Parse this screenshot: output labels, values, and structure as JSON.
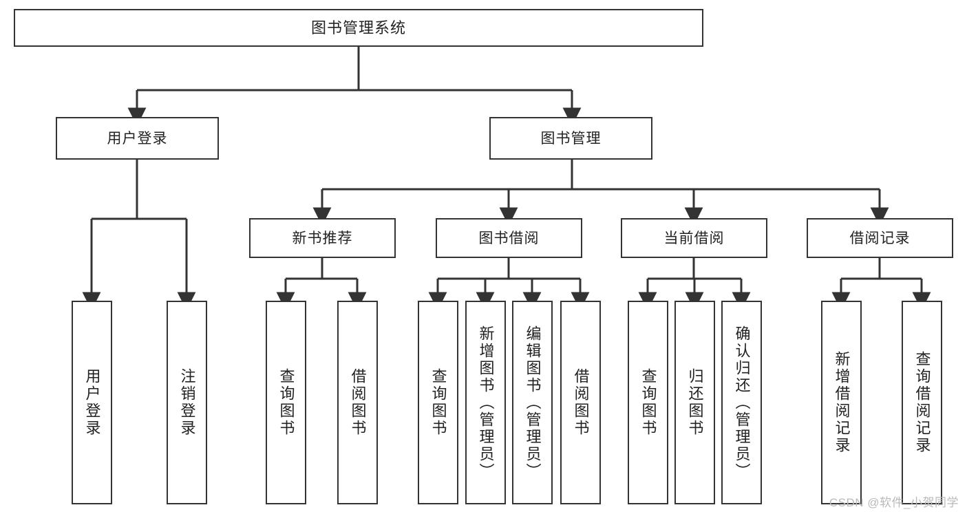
{
  "diagram": {
    "title": "图书管理系统",
    "type": "tree-hierarchy-diagram",
    "colors": {
      "box_border": "#333333",
      "box_fill": "#ffffff",
      "edge": "#333333",
      "text": "#222222",
      "watermark": "#b9b9b9",
      "background": "#ffffff"
    },
    "root": {
      "label": "图书管理系统"
    },
    "level2": [
      {
        "label": "用户登录"
      },
      {
        "label": "图书管理"
      }
    ],
    "level3": [
      {
        "label": "新书推荐"
      },
      {
        "label": "图书借阅"
      },
      {
        "label": "当前借阅"
      },
      {
        "label": "借阅记录"
      }
    ],
    "leaves": [
      {
        "label": "用户登录",
        "parent": "用户登录"
      },
      {
        "label": "注销登录",
        "parent": "用户登录"
      },
      {
        "label": "查询图书",
        "parent": "新书推荐"
      },
      {
        "label": "借阅图书",
        "parent": "新书推荐"
      },
      {
        "label": "查询图书",
        "parent": "图书借阅"
      },
      {
        "label": "新增图书（管理员）",
        "parent": "图书借阅"
      },
      {
        "label": "编辑图书（管理员）",
        "parent": "图书借阅"
      },
      {
        "label": "借阅图书",
        "parent": "图书借阅"
      },
      {
        "label": "查询图书",
        "parent": "当前借阅"
      },
      {
        "label": "归还图书",
        "parent": "当前借阅"
      },
      {
        "label": "确认归还（管理员）",
        "parent": "当前借阅"
      },
      {
        "label": "新增借阅记录",
        "parent": "借阅记录"
      },
      {
        "label": "查询借阅记录",
        "parent": "借阅记录"
      }
    ]
  },
  "watermark": {
    "text": "CSDN @软件_小贺同学"
  }
}
